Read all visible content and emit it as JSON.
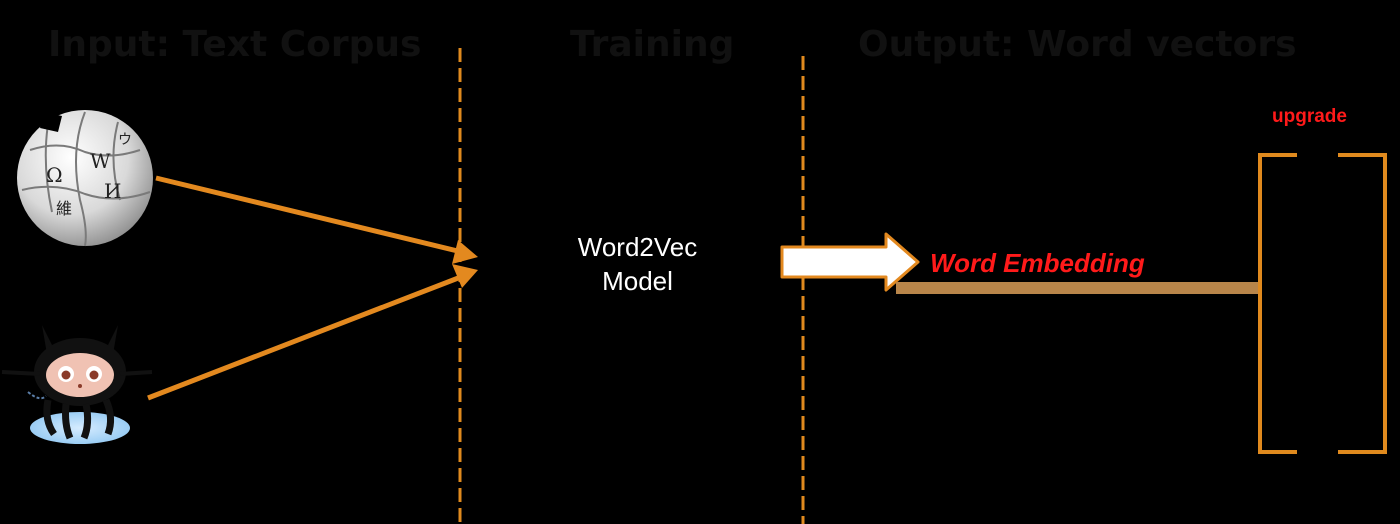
{
  "headers": {
    "input": "Input: Text Corpus",
    "training": "Training",
    "output": "Output: Word vectors"
  },
  "model": {
    "line1": "Word2Vec",
    "line2": "Model"
  },
  "embedding_label": "Word Embedding",
  "upgrade_label": "upgrade",
  "sources": {
    "first": "wikipedia-globe-icon",
    "second": "github-octocat-icon"
  },
  "colors": {
    "background": "#000000",
    "divider": "#e08a1e",
    "arrow": "#e3891f",
    "bracket": "#e08a1e",
    "connector": "#b8854a",
    "accent_text": "#ff1a1a"
  }
}
